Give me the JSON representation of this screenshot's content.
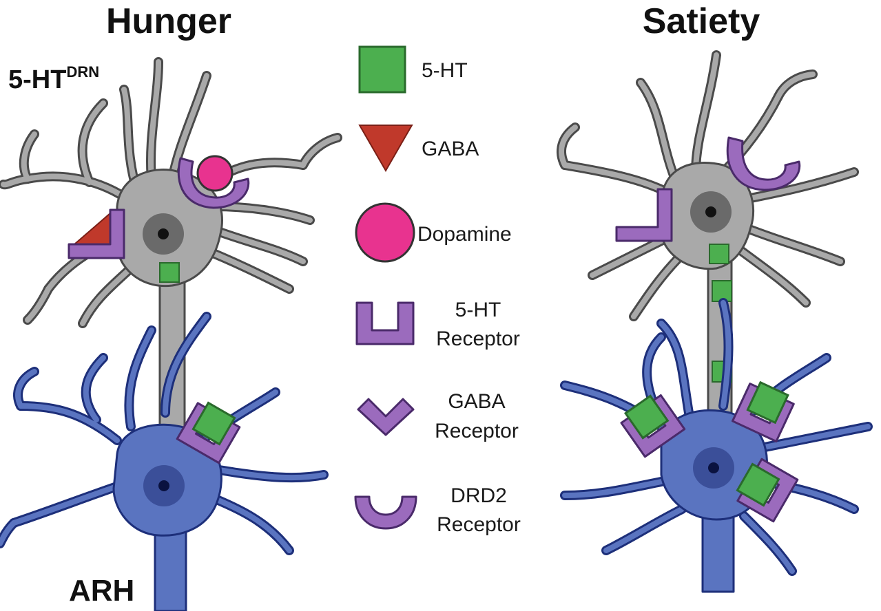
{
  "panels": {
    "hunger": {
      "title": "Hunger"
    },
    "satiety": {
      "title": "Satiety"
    }
  },
  "neurons": {
    "drn": {
      "label_main": "5-HT",
      "label_sup": "DRN"
    },
    "arh": {
      "label": "ARH"
    }
  },
  "legend": {
    "items": [
      {
        "key": "serotonin",
        "lines": [
          "5-HT"
        ],
        "shape": "square"
      },
      {
        "key": "gaba",
        "lines": [
          "GABA"
        ],
        "shape": "triangle"
      },
      {
        "key": "dopamine",
        "lines": [
          "Dopamine"
        ],
        "shape": "circle"
      },
      {
        "key": "ht-receptor",
        "lines": [
          "5-HT",
          "Receptor"
        ],
        "shape": "u-receptor"
      },
      {
        "key": "gaba-receptor",
        "lines": [
          "GABA",
          "Receptor"
        ],
        "shape": "v-receptor"
      },
      {
        "key": "drd2-receptor",
        "lines": [
          "DRD2",
          "Receptor"
        ],
        "shape": "arc-receptor"
      }
    ]
  },
  "colors": {
    "drn_neuron_fill": "#a9a9a9",
    "drn_neuron_stroke": "#4a4a4a",
    "arh_neuron_fill": "#5a74c0",
    "arh_neuron_stroke": "#1d2f7a",
    "serotonin": "#4caf4f",
    "serotonin_stroke": "#2a6a2c",
    "gaba": "#c0392b",
    "dopamine": "#e8338f",
    "receptor": "#9b6bbd",
    "receptor_stroke": "#4a2a6a"
  }
}
